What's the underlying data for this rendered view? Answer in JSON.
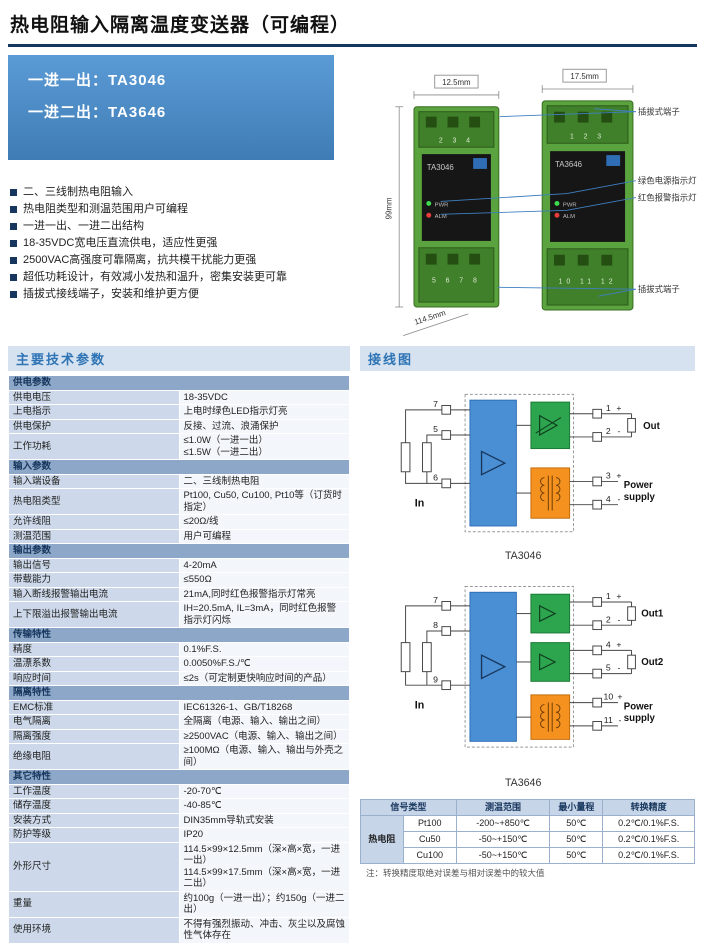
{
  "page": {
    "title": "热电阻输入隔离温度变送器（可编程）"
  },
  "models_box": {
    "lines": [
      "一进一出：TA3046",
      "一进二出：TA3646"
    ]
  },
  "features": [
    "二、三线制热电阻输入",
    "热电阻类型和测温范围用户可编程",
    "一进一出、一进二出结构",
    "18-35VDC宽电压直流供电，适应性更强",
    "2500VAC高强度可靠隔离，抗共模干扰能力更强",
    "超低功耗设计，有效减小发热和温升，密集安装更可靠",
    "插拔式接线端子，安装和维护更方便"
  ],
  "product_figure": {
    "dims": {
      "w1": "12.5mm",
      "w2": "17.5mm",
      "h": "99mm",
      "d": "114.5mm"
    },
    "modules": [
      {
        "model": "TA3046",
        "top_terminals": "2 3 4",
        "bottom_terminals": "5 6 7 8",
        "led1": "PWR",
        "led2": "ALM"
      },
      {
        "model": "TA3646",
        "top_terminals": "1 2 3",
        "bottom_terminals": "10 11 12",
        "led1": "PWR",
        "led2": "ALM"
      }
    ],
    "callouts": [
      "插拔式端子",
      "绿色电源指示灯",
      "红色报警指示灯",
      "插拔式端子"
    ]
  },
  "specs": {
    "heading": "主要技术参数",
    "rows": [
      {
        "s": "供电参数"
      },
      {
        "k": "供电电压",
        "v": [
          "18-35VDC"
        ]
      },
      {
        "k": "上电指示",
        "v": [
          "上电时绿色LED指示灯亮"
        ]
      },
      {
        "k": "供电保护",
        "v": [
          "反接、过流、浪涌保护"
        ]
      },
      {
        "k": "工作功耗",
        "v": [
          "≤1.0W（一进一出）",
          "≤1.5W（一进二出）"
        ]
      },
      {
        "s": "输入参数"
      },
      {
        "k": "输入端设备",
        "v": [
          "二、三线制热电阻"
        ]
      },
      {
        "k": "热电阻类型",
        "v": [
          "Pt100, Cu50, Cu100, Pt10等（订货时指定）"
        ]
      },
      {
        "k": "允许线阻",
        "v": [
          "≤20Ω/线"
        ]
      },
      {
        "k": "测温范围",
        "v": [
          "用户可编程"
        ]
      },
      {
        "s": "输出参数"
      },
      {
        "k": "输出信号",
        "v": [
          "4-20mA"
        ]
      },
      {
        "k": "带载能力",
        "v": [
          "≤550Ω"
        ]
      },
      {
        "k": "输入断线报警输出电流",
        "v": [
          "21mA,同时红色报警指示灯常亮"
        ]
      },
      {
        "k": "上下限溢出报警输出电流",
        "v": [
          "IH=20.5mA, IL=3mA，同时红色报警指示灯闪烁"
        ]
      },
      {
        "s": "传输特性"
      },
      {
        "k": "精度",
        "v": [
          "0.1%F.S."
        ]
      },
      {
        "k": "温漂系数",
        "v": [
          "0.0050%F.S./℃"
        ]
      },
      {
        "k": "响应时间",
        "v": [
          "≤2s（可定制更快响应时间的产品）"
        ]
      },
      {
        "s": "隔离特性"
      },
      {
        "k": "EMC标准",
        "v": [
          "IEC61326-1、GB/T18268"
        ]
      },
      {
        "k": "电气隔离",
        "v": [
          "全隔离（电源、输入、输出之间）"
        ]
      },
      {
        "k": "隔离强度",
        "v": [
          "≥2500VAC（电源、输入、输出之间）"
        ]
      },
      {
        "k": "绝缘电阻",
        "v": [
          "≥100MΩ（电源、输入、输出与外壳之间）"
        ]
      },
      {
        "s": "其它特性"
      },
      {
        "k": "工作温度",
        "v": [
          "-20-70℃"
        ]
      },
      {
        "k": "储存温度",
        "v": [
          "-40-85℃"
        ]
      },
      {
        "k": "安装方式",
        "v": [
          "DIN35mm导轨式安装"
        ]
      },
      {
        "k": "防护等级",
        "v": [
          "IP20"
        ]
      },
      {
        "k": "外形尺寸",
        "v": [
          "114.5×99×12.5mm（深×高×宽，一进一出）",
          "114.5×99×17.5mm（深×高×宽，一进二出）"
        ]
      },
      {
        "k": "重量",
        "v": [
          "约100g（一进一出）；约150g（一进二出）"
        ]
      },
      {
        "k": "使用环境",
        "v": [
          "不得有强烈振动、冲击、灰尘以及腐蚀性气体存在"
        ]
      }
    ]
  },
  "symbols": {
    "plus": "+",
    "minus": "-"
  },
  "wiring": {
    "heading": "接线图",
    "diagrams": [
      {
        "model": "TA3046",
        "in_label": "In",
        "inputs": {
          "t1": "7",
          "t2": "5",
          "t3": "6"
        },
        "out1": {
          "label": "Out",
          "plus": "1",
          "minus": "2"
        },
        "power": {
          "label_1": "Power",
          "label_2": "supply",
          "plus": "3",
          "minus": "4"
        }
      },
      {
        "model": "TA3646",
        "in_label": "In",
        "inputs": {
          "t1": "7",
          "t2": "8",
          "t3": "9"
        },
        "out1": {
          "label": "Out1",
          "plus": "1",
          "minus": "2"
        },
        "out2": {
          "label": "Out2",
          "plus": "4",
          "minus": "5"
        },
        "power": {
          "label_1": "Power",
          "label_2": "supply",
          "plus": "10",
          "minus": "11"
        }
      }
    ]
  },
  "sensor_table": {
    "headers": [
      "信号类型",
      "测温范围",
      "最小量程",
      "转换精度"
    ],
    "group_label": "热电阻",
    "rows": [
      [
        "Pt100",
        "-200~+850℃",
        "50℃",
        "0.2℃/0.1%F.S."
      ],
      [
        "Cu50",
        "-50~+150℃",
        "50℃",
        "0.2℃/0.1%F.S."
      ],
      [
        "Cu100",
        "-50~+150℃",
        "50℃",
        "0.2℃/0.1%F.S."
      ]
    ],
    "note": "注：转换精度取绝对误差与相对误差中的较大值"
  }
}
